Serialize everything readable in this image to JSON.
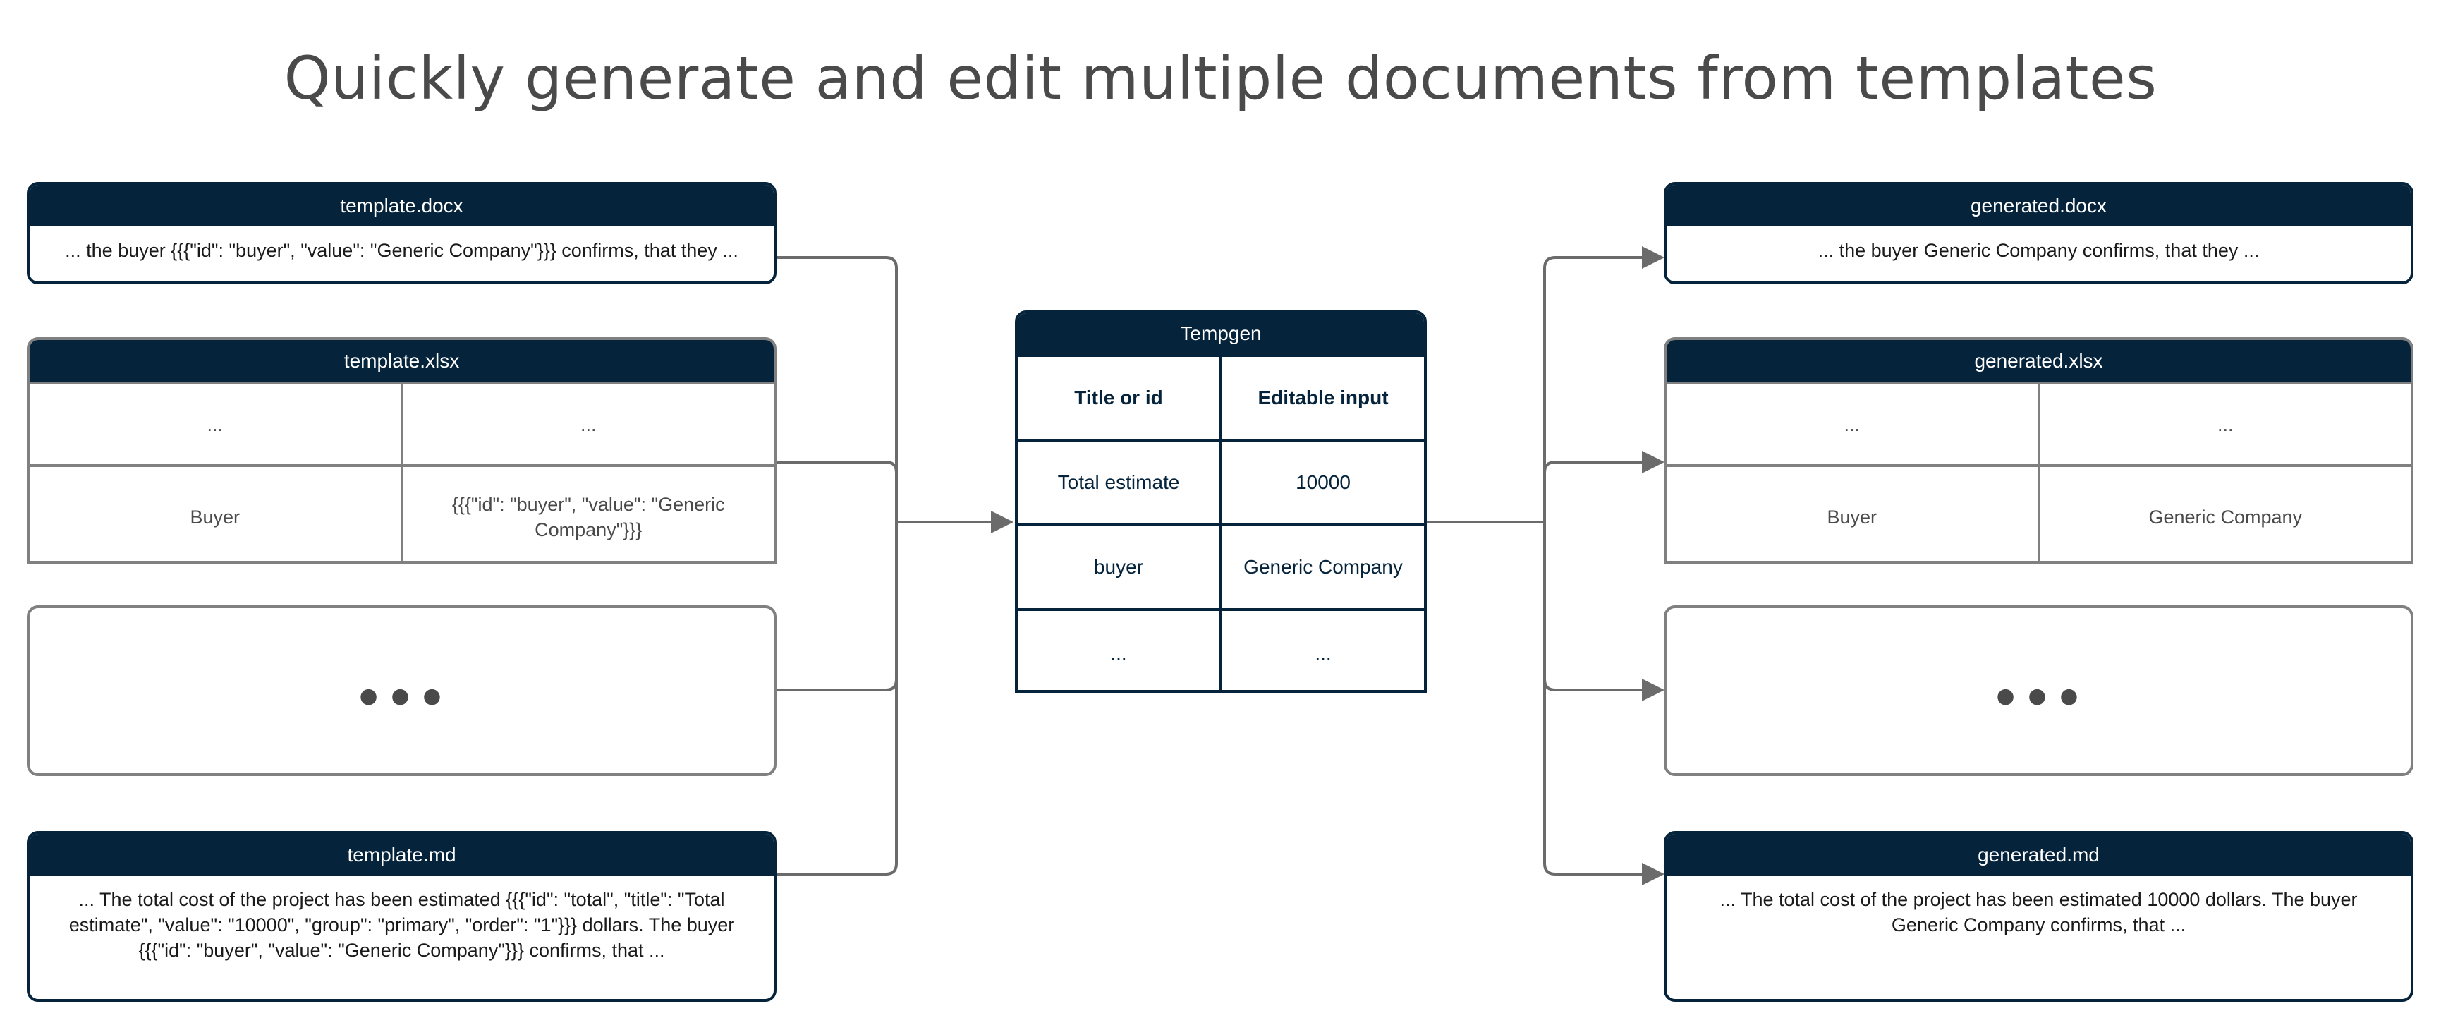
{
  "title": "Quickly generate and edit multiple documents from templates",
  "templates": {
    "docx": {
      "name": "template.docx",
      "text": "... the buyer {{{\"id\": \"buyer\", \"value\": \"Generic Company\"}}} confirms, that they ..."
    },
    "xlsx": {
      "name": "template.xlsx",
      "rows": [
        [
          "...",
          "..."
        ],
        [
          "Buyer",
          "{{{\"id\": \"buyer\", \"value\": \"Generic Company\"}}}"
        ]
      ]
    },
    "more": {
      "label": "•••"
    },
    "md": {
      "name": "template.md",
      "text": "... The total cost of the project has been estimated {{{\"id\": \"total\", \"title\": \"Total estimate\", \"value\": \"10000\", \"group\": \"primary\", \"order\": \"1\"}}} dollars. The buyer {{{\"id\": \"buyer\", \"value\": \"Generic Company\"}}} confirms, that ..."
    }
  },
  "tempgen": {
    "name": "Tempgen",
    "columns": [
      "Title or id",
      "Editable input"
    ],
    "rows": [
      [
        "Total estimate",
        "10000"
      ],
      [
        "buyer",
        "Generic Company"
      ],
      [
        "...",
        "..."
      ]
    ]
  },
  "generated": {
    "docx": {
      "name": "generated.docx",
      "text": "... the buyer Generic Company confirms, that they ..."
    },
    "xlsx": {
      "name": "generated.xlsx",
      "rows": [
        [
          "...",
          "..."
        ],
        [
          "Buyer",
          "Generic Company"
        ]
      ]
    },
    "more": {
      "label": "•••"
    },
    "md": {
      "name": "generated.md",
      "text": "... The total cost of the project has been estimated 10000 dollars. The buyer Generic Company confirms, that ..."
    }
  },
  "colors": {
    "navy": "#05243c",
    "grey": "#808080",
    "text": "#4a4a4a",
    "connector": "#6b6b6b"
  }
}
